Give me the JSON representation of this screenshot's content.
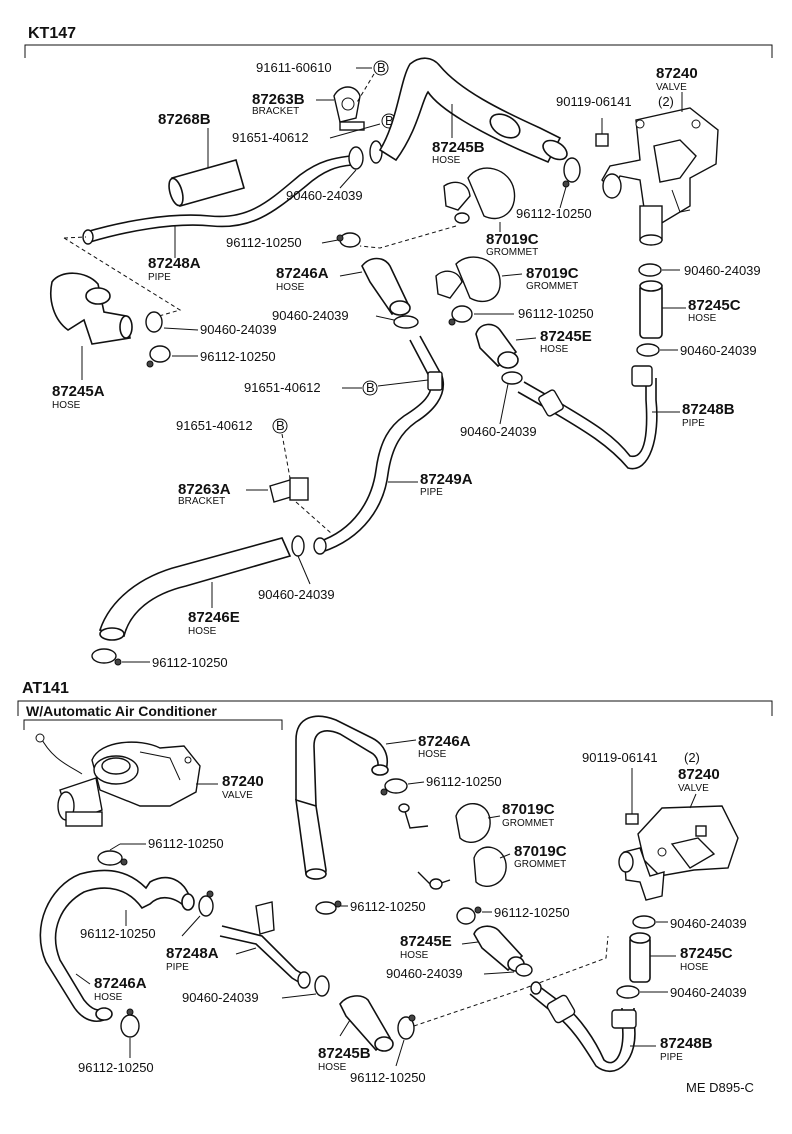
{
  "sections": {
    "kt": "KT147",
    "at": "AT141",
    "at_sub": "W/Automatic Air Conditioner"
  },
  "kt": {
    "p91611": "91611-60610",
    "p87263b": "87263B",
    "n_bracket_b": "BRACKET",
    "p91651_a": "91651-40612",
    "p87268b": "87268B",
    "p90460_a": "90460-24039",
    "p87245b": "87245B",
    "n_hose_b": "HOSE",
    "p87240": "87240",
    "n_valve": "VALVE",
    "p90119": "90119-06141",
    "q90119": "(2)",
    "p96112_a": "96112-10250",
    "p87019c_a": "87019C",
    "n_grommet_a": "GROMMET",
    "p96112_b": "96112-10250",
    "p87248a": "87248A",
    "n_pipe_a": "PIPE",
    "p87246a": "87246A",
    "n_hose_a": "HOSE",
    "p87019c_b": "87019C",
    "n_grommet_b": "GROMMET",
    "p90460_b": "90460-24039",
    "p90460_c": "90460-24039",
    "p96112_c": "96112-10250",
    "p87245c": "87245C",
    "n_hose_c": "HOSE",
    "p90460_d": "90460-24039",
    "p96112_d": "96112-10250",
    "p87245e": "87245E",
    "n_hose_e": "HOSE",
    "p90460_e": "90460-24039",
    "p87245a": "87245A",
    "n_hose_a2": "HOSE",
    "p91651_b": "91651-40612",
    "p90460_f": "90460-24039",
    "p87248b": "87248B",
    "n_pipe_b": "PIPE",
    "p91651_c": "91651-40612",
    "p87263a": "87263A",
    "n_bracket_a": "BRACKET",
    "p87249a": "87249A",
    "n_pipe_c": "PIPE",
    "p90460_g": "90460-24039",
    "p87246e": "87246E",
    "n_hose_e2": "HOSE",
    "p96112_e": "96112-10250",
    "code_b": "B"
  },
  "at": {
    "p87240_l": "87240",
    "n_valve_l": "VALVE",
    "p96112_a": "96112-10250",
    "p96112_b": "96112-10250",
    "p87246a_l": "87246A",
    "n_hose_l": "HOSE",
    "p96112_c": "96112-10250",
    "p87248a": "87248A",
    "n_pipe_a": "PIPE",
    "p90460_a": "90460-24039",
    "p87245b": "87245B",
    "n_hose_b": "HOSE",
    "p96112_d": "96112-10250",
    "p87246a_m": "87246A",
    "n_hose_m": "HOSE",
    "p96112_e": "96112-10250",
    "p87019c_a": "87019C",
    "n_grommet_a": "GROMMET",
    "p87019c_b": "87019C",
    "n_grommet_b": "GROMMET",
    "p96112_f": "96112-10250",
    "p96112_g": "96112-10250",
    "p87245e": "87245E",
    "n_hose_e": "HOSE",
    "p90460_b": "90460-24039",
    "p90119": "90119-06141",
    "q90119": "(2)",
    "p87240_r": "87240",
    "n_valve_r": "VALVE",
    "p90460_c": "90460-24039",
    "p87245c": "87245C",
    "n_hose_c": "HOSE",
    "p90460_d": "90460-24039",
    "p87248b": "87248B",
    "n_pipe_b": "PIPE"
  },
  "figure_code": "ME D895-C"
}
